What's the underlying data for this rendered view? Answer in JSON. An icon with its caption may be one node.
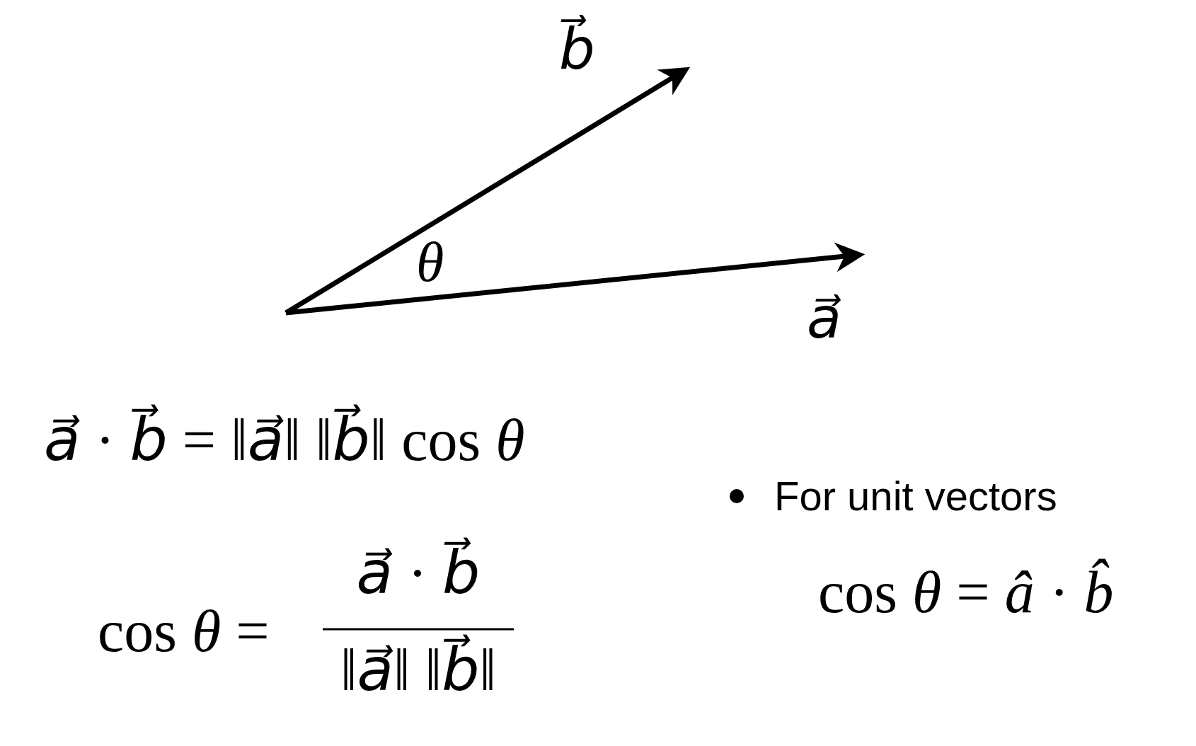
{
  "diagram": {
    "labels": [
      "*b⃗*",
      "*θ*",
      "*a⃗*",
      "*a⃗* · *b⃗* = ‖*a⃗*‖ ‖*b⃗*‖ cos *θ*",
      "For unit vectors",
      "cos *θ* = *â* · *b̂*",
      "cos *θ* =",
      "*a⃗* · *b⃗*",
      "‖*a⃗*‖ ‖*b⃗*‖"
    ]
  }
}
